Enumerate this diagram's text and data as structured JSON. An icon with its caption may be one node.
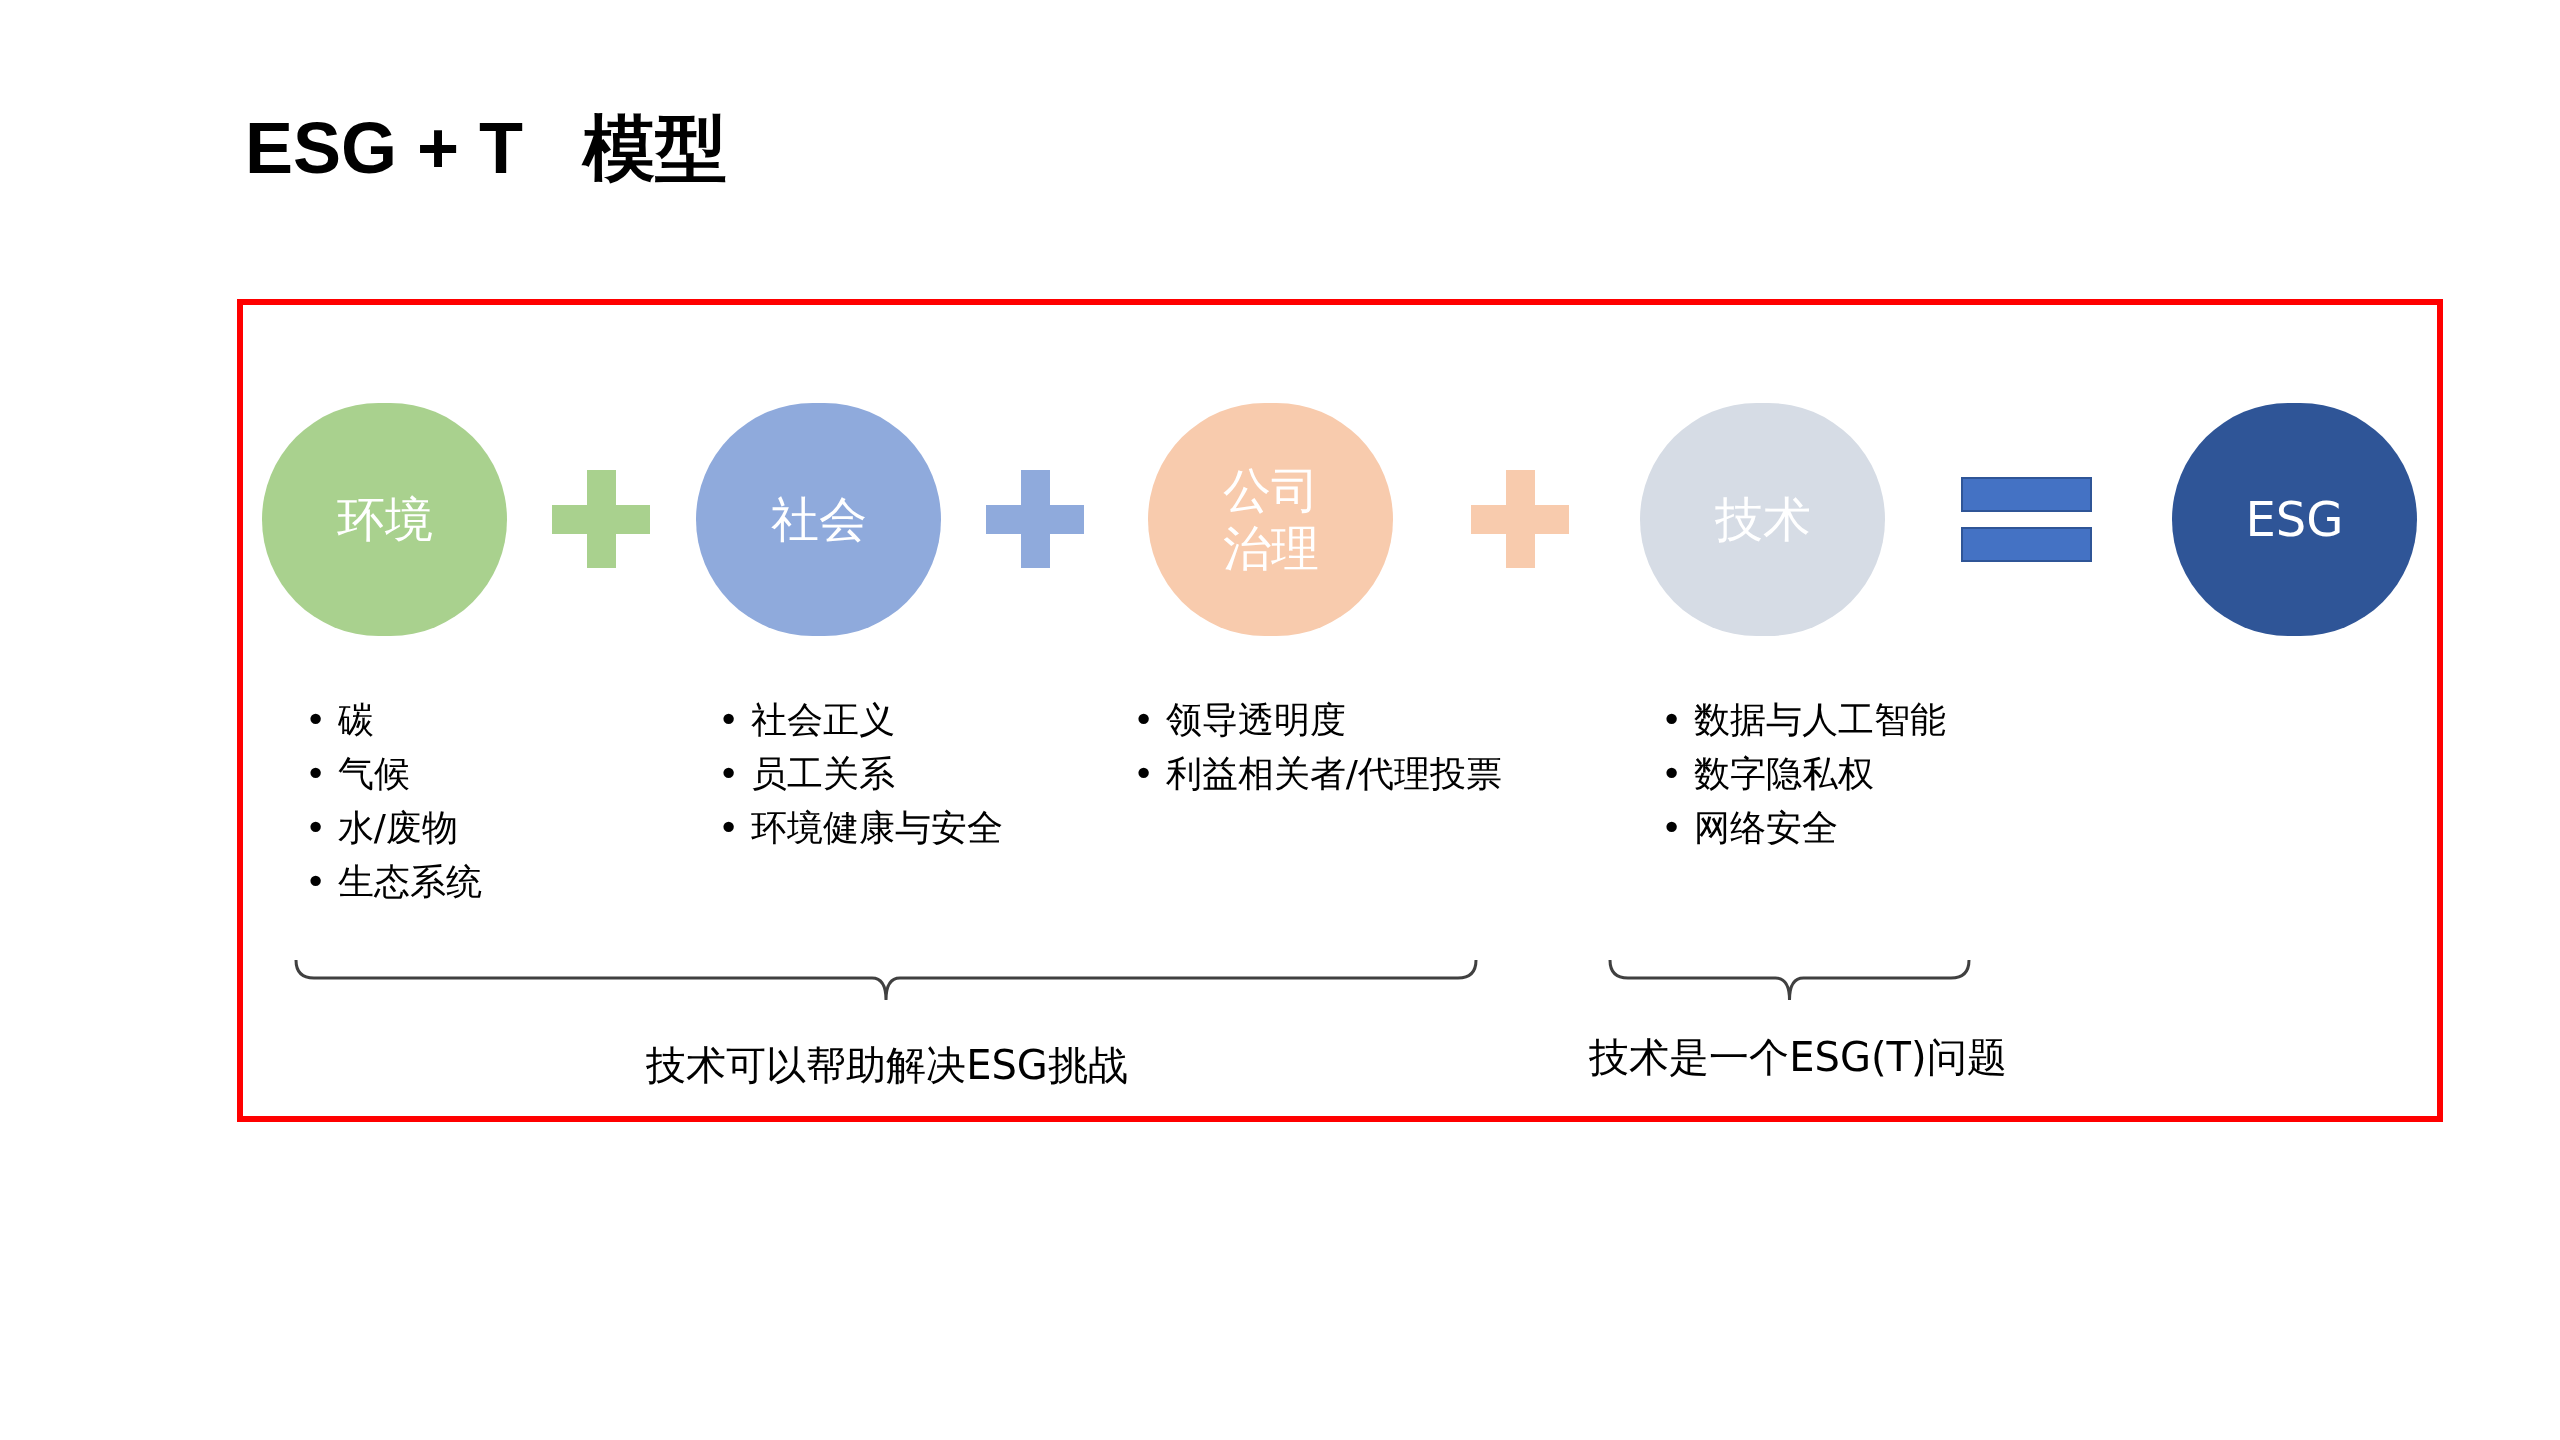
{
  "diagram": {
    "title": "ESG + T   模型",
    "nodes": [
      {
        "text": [],
        "shape": "box"
      },
      {
        "text": [
          "环境"
        ],
        "in": 0,
        "beside": [
          "• 碳",
          "• 气候",
          "• 水/废物",
          "• 生态系统"
        ]
      },
      {
        "text": [
          "社会"
        ],
        "in": 0,
        "beside": [
          "• 社会正义",
          "• 员工关系",
          "• 环境健康与安全"
        ]
      },
      {
        "text": [
          "公司治理"
        ],
        "in": 0,
        "beside": [
          "• 领导透明度",
          "• 利益相关者/代理投票"
        ]
      },
      {
        "text": [
          "技术"
        ],
        "in": 0,
        "beside": [
          "• 数据与人工智能",
          "• 数字隐私权",
          "• 网络安全"
        ]
      },
      {
        "text": [
          "ESG"
        ],
        "in": 0
      }
    ],
    "labels": [
      "技术可以帮助解决ESG挑战",
      "技术是一个ESG(T)问题"
    ]
  }
}
